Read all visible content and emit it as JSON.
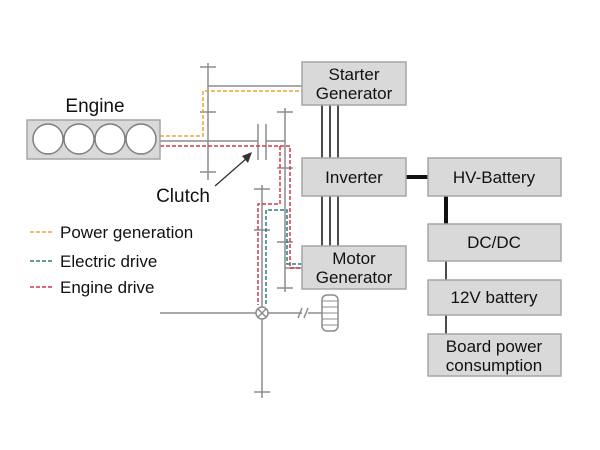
{
  "blocks": {
    "starter_generator": [
      "Starter",
      "Generator"
    ],
    "inverter": "Inverter",
    "motor_generator": [
      "Motor",
      "Generator"
    ],
    "hv_battery": "HV-Battery",
    "dcdc": "DC/DC",
    "battery_12v": "12V battery",
    "board_power": [
      "Board power",
      "consumption"
    ]
  },
  "labels": {
    "engine": "Engine",
    "clutch": "Clutch"
  },
  "legend": [
    {
      "label": "Power generation",
      "color": "#e8a33a"
    },
    {
      "label": "Electric drive",
      "color": "#2e7b7a"
    },
    {
      "label": "Engine drive",
      "color": "#d23a4a"
    }
  ],
  "colors": {
    "block_fill": "#d9d9d9",
    "block_stroke": "#a6a6a6",
    "shaft": "#8c8c8c",
    "power_generation": "#e8a33a",
    "electric_drive": "#2e7b7a",
    "engine_drive": "#d23a4a"
  }
}
